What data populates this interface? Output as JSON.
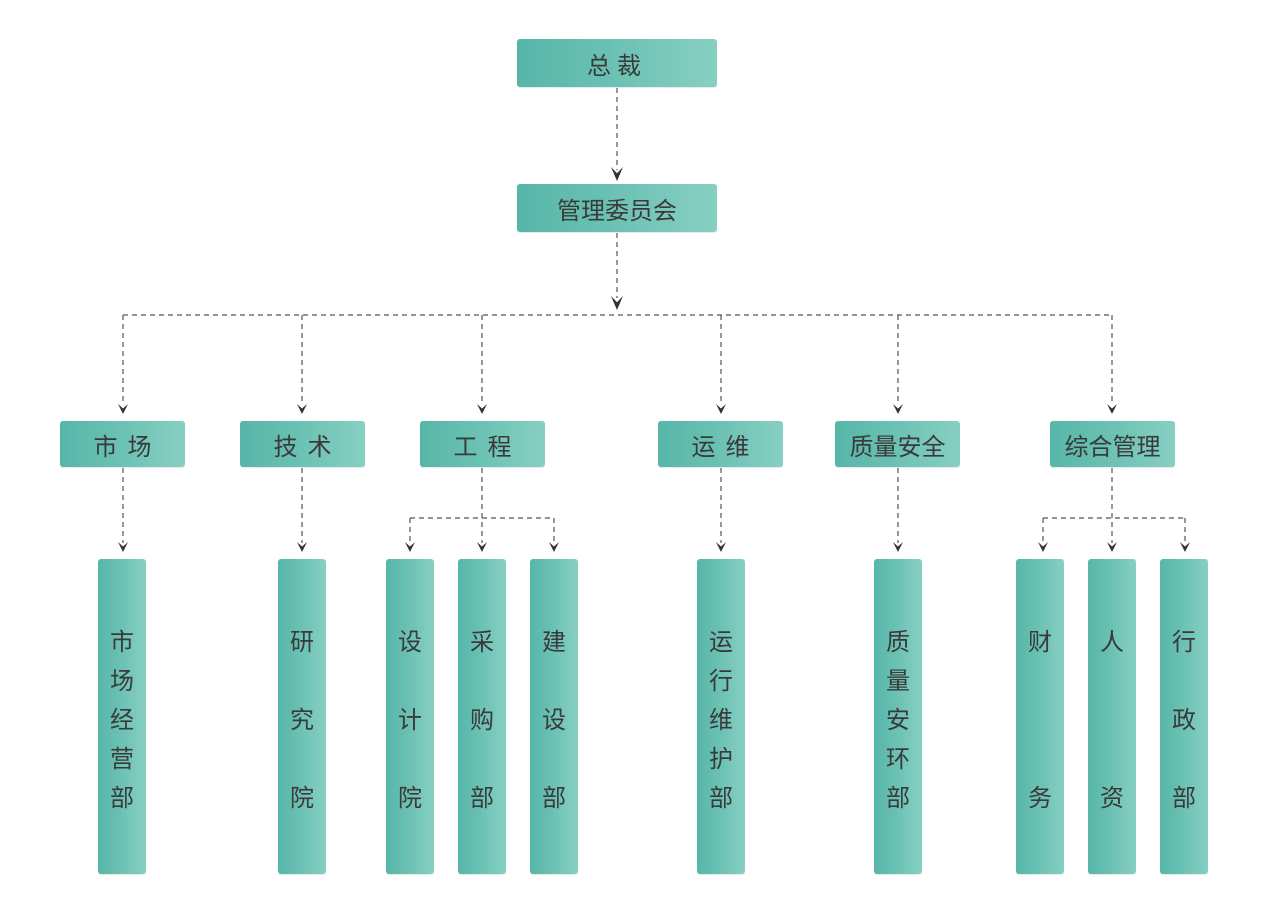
{
  "diagram": {
    "type": "org-chart",
    "colors": {
      "node_gradient_start": "#57b6a8",
      "node_gradient_end": "#87cfc3",
      "text": "#3a3a3a",
      "connector": "#555555"
    },
    "root": {
      "label": "总裁"
    },
    "committee": {
      "label": "管理委员会"
    },
    "divisions": [
      {
        "label": "市场",
        "children": [
          "市场经营部"
        ]
      },
      {
        "label": "技术",
        "children": [
          "研究院"
        ]
      },
      {
        "label": "工程",
        "children": [
          "设计院",
          "采购部",
          "建设部"
        ]
      },
      {
        "label": "运维",
        "children": [
          "运行维护部"
        ]
      },
      {
        "label": "质量安全",
        "children": [
          "质量安环部"
        ]
      },
      {
        "label": "综合管理",
        "children": [
          "财务",
          "人资",
          "行政部"
        ]
      }
    ]
  }
}
